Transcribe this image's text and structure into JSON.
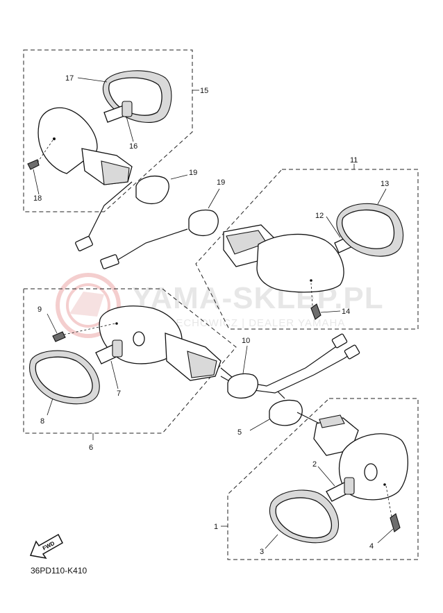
{
  "diagram_code": "36PD110-K410",
  "watermark": {
    "title": "YAMA-SKLEP.PL",
    "subtitle": "WOJCIECHOWICZ | DEALER YAMAHA"
  },
  "fwd_label": "FWD",
  "callouts": {
    "c1": "1",
    "c2": "2",
    "c3": "3",
    "c4": "4",
    "c5": "5",
    "c6": "6",
    "c7": "7",
    "c8": "8",
    "c9": "9",
    "c10": "10",
    "c11": "11",
    "c12": "12",
    "c13": "13",
    "c14": "14",
    "c15": "15",
    "c16": "16",
    "c17": "17",
    "c18": "18",
    "c19a": "19",
    "c19b": "19"
  },
  "colors": {
    "line": "#111111",
    "watermark": "#e7e7e7",
    "watermark_logo": "#f3c9c9"
  }
}
